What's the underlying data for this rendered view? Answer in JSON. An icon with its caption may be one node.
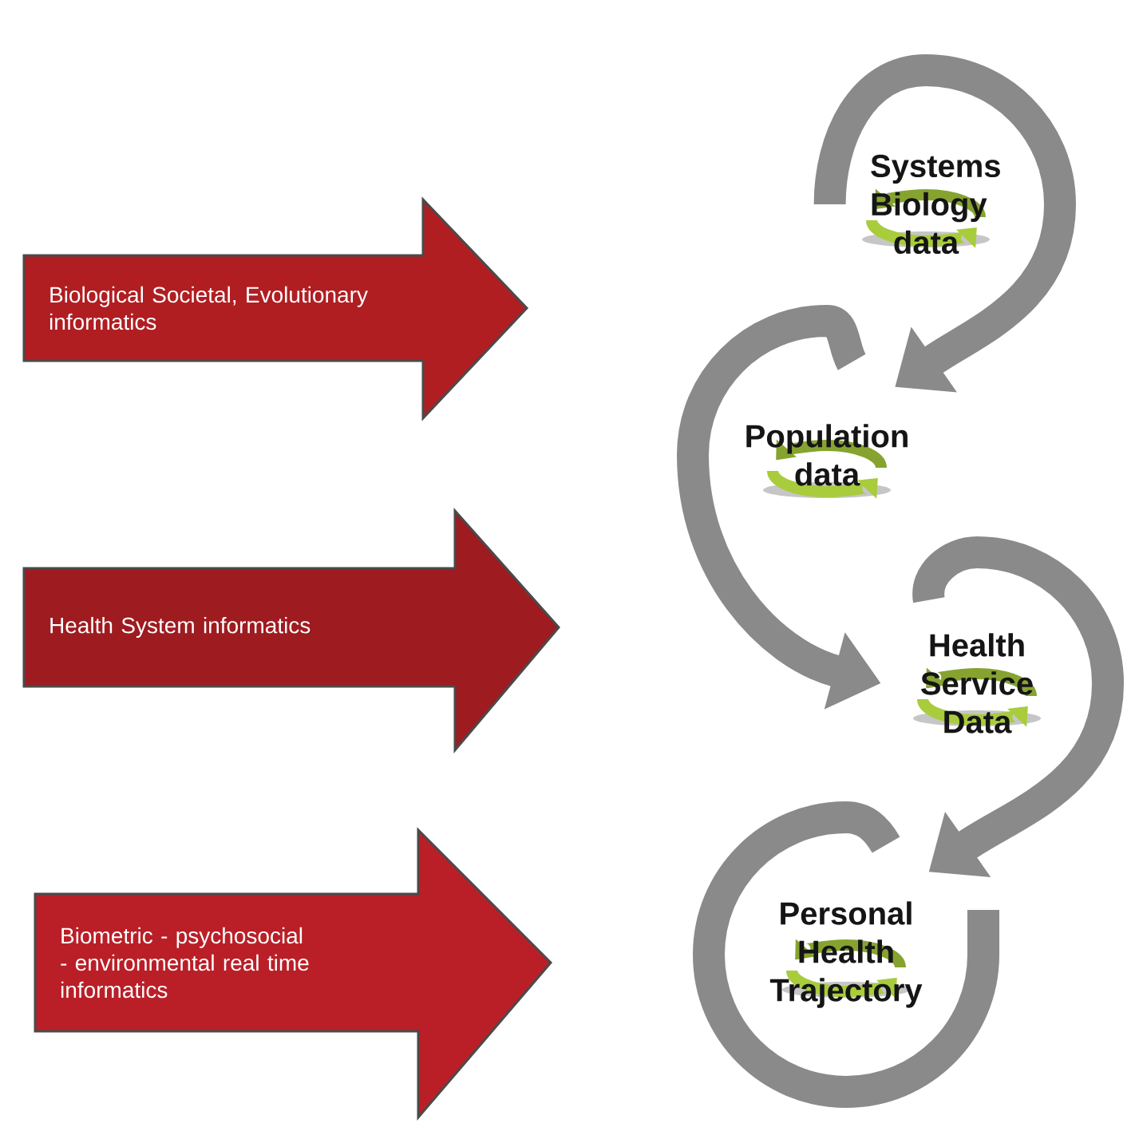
{
  "diagram": {
    "nodes": [
      {
        "text": [
          "Biological Societal, Evolutionary informatics"
        ]
      },
      {
        "text": [
          "Health System informatics"
        ]
      },
      {
        "text": [
          "Biometric - psychosocial - environmental real time informatics"
        ]
      },
      {
        "text": [
          "Systems Biology data"
        ]
      },
      {
        "text": [
          "Population data"
        ]
      },
      {
        "text": [
          "Health Service Data"
        ]
      },
      {
        "text": [
          "Personal Health Trajectory"
        ]
      }
    ],
    "edges": [
      {
        "from": 3,
        "to": 4,
        "arrow": "to"
      },
      {
        "from": 4,
        "to": 5,
        "arrow": "to"
      },
      {
        "from": 5,
        "to": 6,
        "arrow": "to"
      }
    ]
  }
}
